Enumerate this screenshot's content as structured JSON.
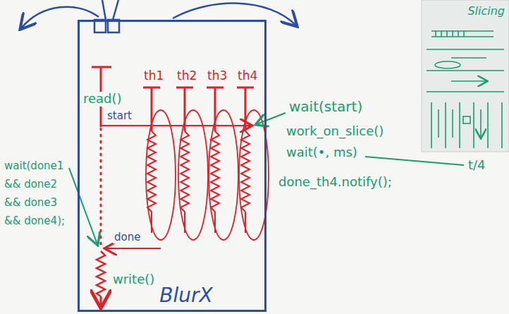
{
  "diagram": {
    "nodes": [
      {
        "text": [
          "BlurX"
        ]
      },
      {
        "text": [
          "Slicing"
        ]
      }
    ],
    "labels": [
      "read()",
      "start",
      "th1",
      "th2",
      "th3",
      "th4",
      "wait(start)",
      "work_on_slice()",
      "wait(•, ms)",
      "t/4",
      "done_th4.notify();",
      "done",
      "wait(done1 && done2 && done3 && done4);",
      "write()"
    ]
  }
}
